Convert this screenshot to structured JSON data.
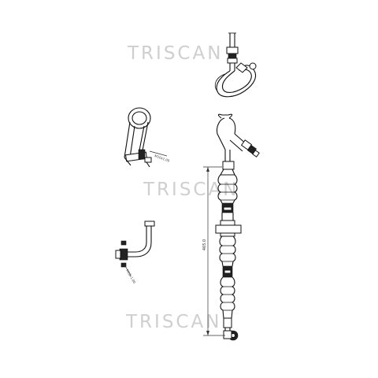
{
  "watermark": {
    "brand": "TRISCAN"
  },
  "dimensions": {
    "main_length": "465.0",
    "detail_b_thread": "M10x1.00",
    "detail_c_thread": "M10x1.00"
  },
  "colors": {
    "line": "#111111",
    "watermark": "#cfcfcf",
    "background": "#ffffff"
  },
  "icons": [
    "brake-hose-assembly",
    "pipe-loop-detail",
    "fitting-detail",
    "elbow-detail"
  ]
}
